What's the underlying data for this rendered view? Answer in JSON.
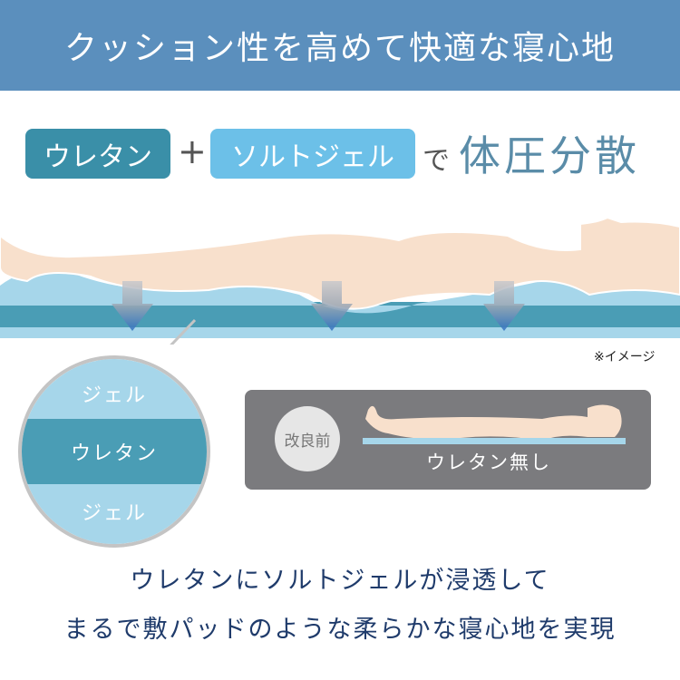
{
  "header": {
    "title": "クッション性を高めて快適な寝心地"
  },
  "formula": {
    "urethane": "ウレタン",
    "plus": "+",
    "salt_gel": "ソルトジェル",
    "de": "で",
    "result": "体圧分散"
  },
  "note": "※イメージ",
  "cross_section": {
    "top": "ジェル",
    "middle": "ウレタン",
    "bottom": "ジェル"
  },
  "before_panel": {
    "badge": "改良前",
    "caption": "ウレタン無し"
  },
  "caption": {
    "line1": "ウレタンにソルトジェルが浸透して",
    "line2": "まるで敷パッドのような柔らかな寝心地を実現"
  },
  "colors": {
    "header": "#5b8fbd",
    "urethane": "#3a8fa8",
    "gel": "#a6d6ea",
    "skin": "#f8e0cc",
    "text": "#1f3b6b"
  }
}
